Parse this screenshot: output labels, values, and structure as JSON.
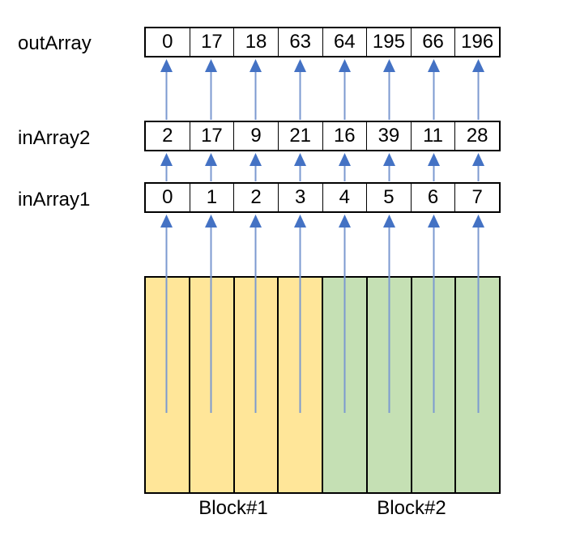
{
  "diagram": {
    "arrays": [
      {
        "label": "outArray",
        "values": [
          "0",
          "17",
          "18",
          "63",
          "64",
          "195",
          "66",
          "196"
        ]
      },
      {
        "label": "inArray2",
        "values": [
          "2",
          "17",
          "9",
          "21",
          "16",
          "39",
          "11",
          "28"
        ]
      },
      {
        "label": "inArray1",
        "values": [
          "0",
          "1",
          "2",
          "3",
          "4",
          "5",
          "6",
          "7"
        ]
      }
    ],
    "blocks": [
      {
        "label": "Block#1",
        "color": "#FFE699",
        "threads": 4
      },
      {
        "label": "Block#2",
        "color": "#C5E0B4",
        "threads": 4
      }
    ],
    "colors": {
      "arrow_head": "#4472C4",
      "arrow_line": "#7C9AD0",
      "border": "#000000"
    }
  }
}
